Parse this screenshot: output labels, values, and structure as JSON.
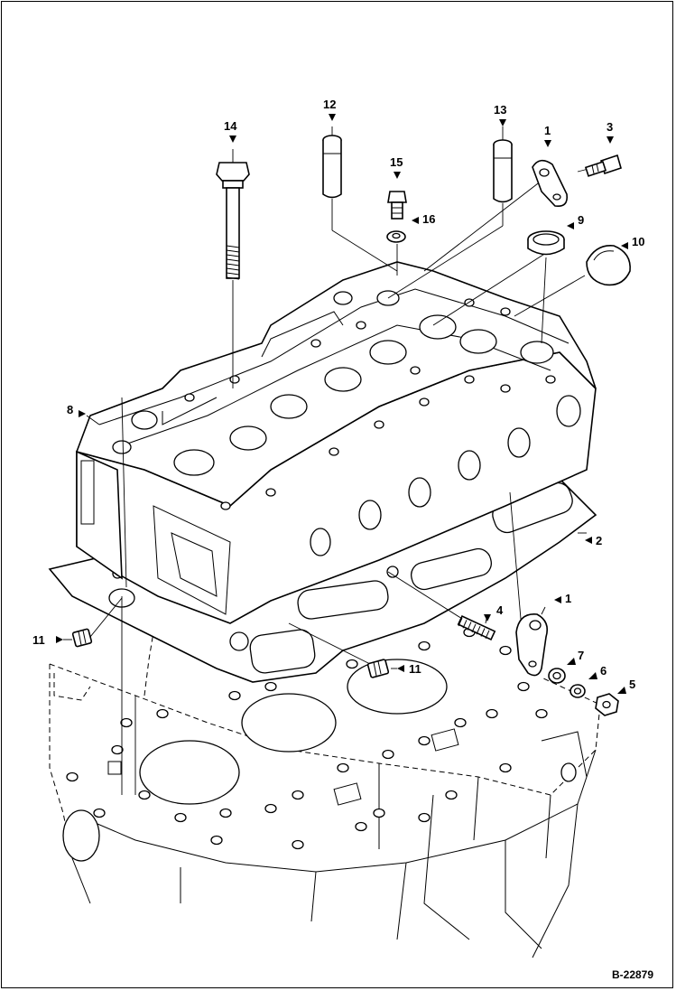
{
  "diagram": {
    "reference": "B-22879",
    "callouts": [
      {
        "id": "c14",
        "text": "14"
      },
      {
        "id": "c12",
        "text": "12"
      },
      {
        "id": "c13",
        "text": "13"
      },
      {
        "id": "c1a",
        "text": "1"
      },
      {
        "id": "c3",
        "text": "3"
      },
      {
        "id": "c15",
        "text": "15"
      },
      {
        "id": "c16",
        "text": "16"
      },
      {
        "id": "c9",
        "text": "9"
      },
      {
        "id": "c10",
        "text": "10"
      },
      {
        "id": "c8",
        "text": "8"
      },
      {
        "id": "c2",
        "text": "2"
      },
      {
        "id": "c4",
        "text": "4"
      },
      {
        "id": "c1b",
        "text": "1"
      },
      {
        "id": "c7",
        "text": "7"
      },
      {
        "id": "c6",
        "text": "6"
      },
      {
        "id": "c5",
        "text": "5"
      },
      {
        "id": "c11a",
        "text": "11"
      },
      {
        "id": "c11b",
        "text": "11"
      }
    ]
  }
}
